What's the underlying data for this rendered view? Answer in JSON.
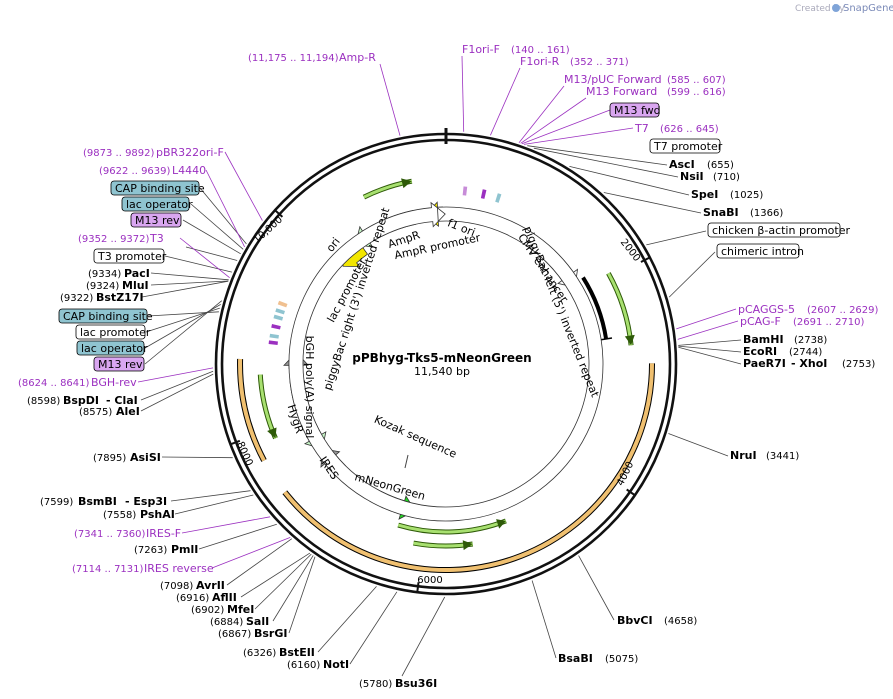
{
  "credit": {
    "prefix": "Created by",
    "brand": "SnapGene"
  },
  "plasmid": {
    "name": "pPBhyg-Tks5-mNeonGreen",
    "length": "11,540 bp",
    "bp": 11540
  },
  "ticks": [
    "2000",
    "4000",
    "6000",
    "8000",
    "10,000"
  ],
  "sites": [
    {
      "name": "AscI",
      "pos": "(655)"
    },
    {
      "name": "NsiI",
      "pos": "(710)"
    },
    {
      "name": "SpeI",
      "pos": "(1025)"
    },
    {
      "name": "SnaBI",
      "pos": "(1366)"
    },
    {
      "name": "BamHI",
      "pos": "(2738)"
    },
    {
      "name": "EcoRI",
      "pos": "(2744)"
    },
    {
      "name": "PaeR7I",
      "sep": "- XhoI",
      "pos": "(2753)"
    },
    {
      "name": "NruI",
      "pos": "(3441)"
    },
    {
      "name": "BbvCI",
      "pos": "(4658)"
    },
    {
      "name": "BsaBI",
      "pos": "(5075)"
    },
    {
      "name": "Bsu36I",
      "pos": "(5780)"
    },
    {
      "name": "NotI",
      "pos": "(6160)"
    },
    {
      "name": "BstEII",
      "pos": "(6326)"
    },
    {
      "name": "BsrGI",
      "pos": "(6867)"
    },
    {
      "name": "SalI",
      "pos": "(6884)"
    },
    {
      "name": "MfeI",
      "pos": "(6902)"
    },
    {
      "name": "AflII",
      "pos": "(6916)"
    },
    {
      "name": "AvrII",
      "pos": "(7098)"
    },
    {
      "name": "PmlI",
      "pos": "(7263)"
    },
    {
      "name": "PshAI",
      "pos": "(7558)"
    },
    {
      "name": "BsmBI",
      "sep": "- Esp3I",
      "pos": "(7599)"
    },
    {
      "name": "AsiSI",
      "pos": "(7895)"
    },
    {
      "name": "AleI",
      "pos": "(8575)"
    },
    {
      "name": "BspDI",
      "sep": "- ClaI",
      "pos": "(8598)"
    },
    {
      "name": "BstZ17I",
      "pos": "(9322)"
    },
    {
      "name": "MluI",
      "pos": "(9324)"
    },
    {
      "name": "PacI",
      "pos": "(9334)"
    }
  ],
  "primers": [
    {
      "name": "F1ori-F",
      "range": "(140 .. 161)"
    },
    {
      "name": "F1ori-R",
      "range": "(352 .. 371)"
    },
    {
      "name": "M13/pUC Forward",
      "range": "(585 .. 607)"
    },
    {
      "name": "M13 Forward",
      "range": "(599 .. 616)"
    },
    {
      "name": "T7",
      "range": "(626 .. 645)"
    },
    {
      "name": "pCAGGS-5",
      "range": "(2607 .. 2629)"
    },
    {
      "name": "pCAG-F",
      "range": "(2691 .. 2710)"
    },
    {
      "name": "IRES-F",
      "range": "(7341 .. 7360)"
    },
    {
      "name": "IRES reverse",
      "range": "(7114 .. 7131)"
    },
    {
      "name": "BGH-rev",
      "range": "(8624 .. 8641)"
    },
    {
      "name": "T3",
      "range": "(9352 .. 9372)"
    },
    {
      "name": "L4440",
      "range": "(9622 .. 9639)"
    },
    {
      "name": "pBR322ori-F",
      "range": "(9873 .. 9892)"
    },
    {
      "name": "Amp-R",
      "range": "(11,175 .. 11,194)"
    }
  ],
  "boxes": {
    "m13fwd": "M13 fwd",
    "t7prom": "T7 promoter",
    "chickenactin": "chicken β-actin promoter",
    "chimeric": "chimeric intron",
    "cap1": "CAP binding site",
    "lacop1": "lac operator",
    "m13rev1": "M13 rev",
    "t3prom": "T3 promoter",
    "cap2": "CAP binding site",
    "lacprom2": "lac promoter",
    "lacop2": "lac operator",
    "m13rev2": "M13 rev"
  },
  "features": {
    "f1ori": "f1 ori",
    "ampr": "AmpR",
    "amprprom": "AmpR promoter",
    "ori": "ori",
    "lacprom": "lac promoter",
    "pbright": "piggyBac right (3') inverted repeat",
    "bgh": "bGH poly(A) signal",
    "hygr": "HygR",
    "ires": "IRES",
    "kozak": "Kozak sequence",
    "mneon": "mNeonGreen",
    "cmv": "CMV enhancer",
    "pbleft": "piggyBac left (5') inverted repeat"
  },
  "colors": {
    "primer": "#9b30c0",
    "ori": "#f2e600",
    "f1ori": "#f2e600",
    "ampr": "#c6f5c6",
    "hygr": "#c6f5c6",
    "ires": "#999999",
    "mneon": "#22dd22",
    "bgh": "#999999",
    "orf": "#f0c070",
    "orfArrow": "#4a8a10"
  }
}
